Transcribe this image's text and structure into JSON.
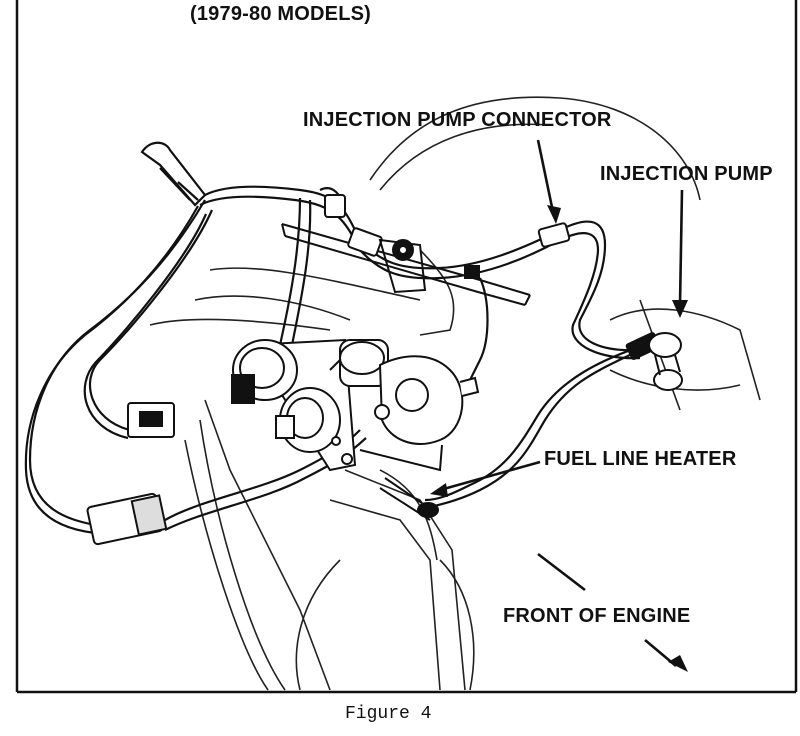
{
  "title": "(1979-80 MODELS)",
  "labels": {
    "injection_pump_connector": "INJECTION PUMP CONNECTOR",
    "injection_pump": "INJECTION PUMP",
    "fuel_line_heater": "FUEL LINE HEATER",
    "front_of_engine": "FRONT OF ENGINE"
  },
  "caption": "Figure 4"
}
